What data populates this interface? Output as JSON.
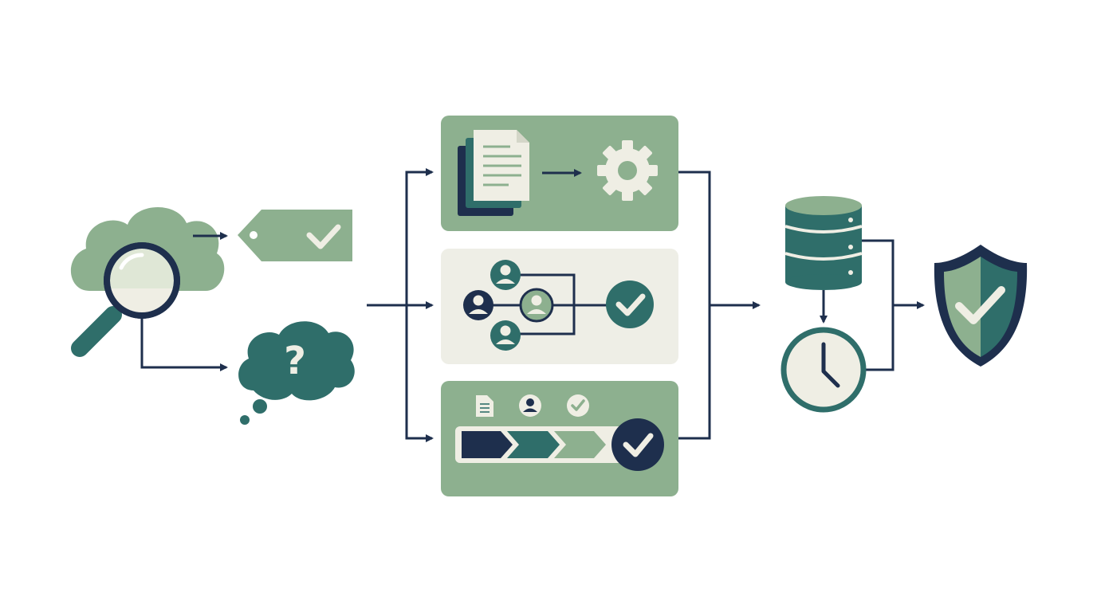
{
  "colors": {
    "navy": "#1e2f4d",
    "teal": "#2f6e6a",
    "sage": "#8db08f",
    "cream": "#efeee4",
    "panel_light": "#eeeee6",
    "white": "#ffffff"
  },
  "discovery": {
    "cloud_icon": "cloud-icon",
    "magnifier_icon": "magnifying-glass-icon",
    "tag_icon": "tag-check-icon",
    "question_icon": "question-thought-bubble-icon",
    "question_mark": "?"
  },
  "processing": {
    "panels": [
      {
        "name": "document-processing-panel",
        "icons": [
          "documents-icon",
          "arrow-icon",
          "gear-icon"
        ]
      },
      {
        "name": "team-review-panel",
        "icons": [
          "person-icon",
          "person-icon",
          "person-icon",
          "person-icon",
          "check-circle-icon"
        ]
      },
      {
        "name": "progress-workflow-panel",
        "icons": [
          "document-icon",
          "person-icon",
          "check-icon",
          "progress-chevrons",
          "check-circle-icon"
        ]
      }
    ]
  },
  "output": {
    "database_icon": "database-icon",
    "clock_icon": "clock-icon",
    "shield_icon": "shield-check-icon"
  }
}
